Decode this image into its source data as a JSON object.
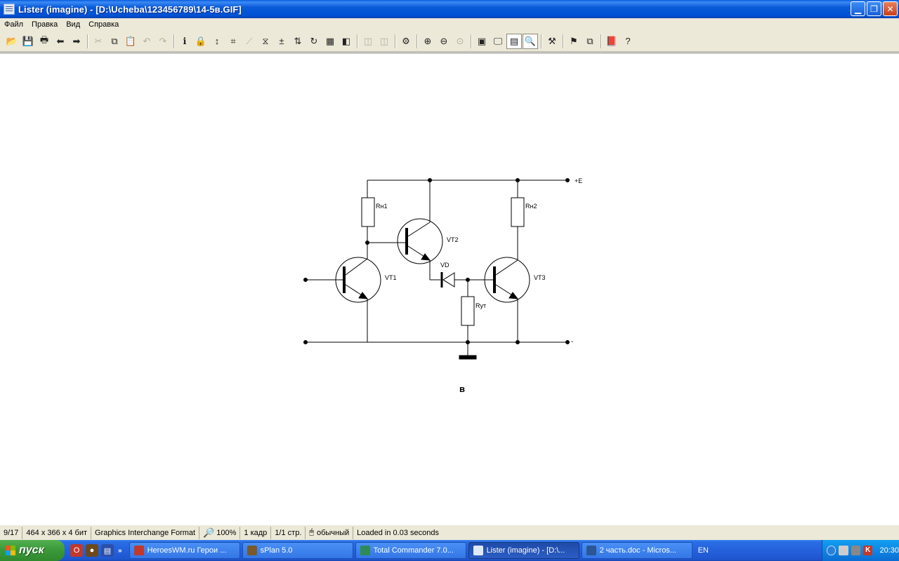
{
  "window": {
    "title": "Lister (imagine) - [D:\\Ucheba\\123456789\\14-5в.GIF]"
  },
  "menu": [
    "Файл",
    "Правка",
    "Вид",
    "Справка"
  ],
  "toolbar": {
    "buttons": [
      {
        "name": "open-icon",
        "glyph": "📂"
      },
      {
        "name": "save-icon",
        "glyph": "💾"
      },
      {
        "name": "print-icon",
        "glyph": "🖶"
      },
      {
        "name": "back-arrow-icon",
        "glyph": "⬅"
      },
      {
        "name": "forward-arrow-icon",
        "glyph": "➡"
      },
      {
        "sep": true
      },
      {
        "name": "cut-icon",
        "glyph": "✂",
        "disabled": true
      },
      {
        "name": "copy-icon",
        "glyph": "⧉"
      },
      {
        "name": "paste-icon",
        "glyph": "📋"
      },
      {
        "name": "undo-icon",
        "glyph": "↶",
        "disabled": true
      },
      {
        "name": "redo-icon",
        "glyph": "↷",
        "disabled": true
      },
      {
        "sep": true
      },
      {
        "name": "info-icon",
        "glyph": "ℹ"
      },
      {
        "name": "lock-icon",
        "glyph": "🔒",
        "disabled": true
      },
      {
        "name": "resize-vertical-icon",
        "glyph": "↕"
      },
      {
        "name": "crop-icon",
        "glyph": "⌗"
      },
      {
        "name": "diagonal-icon",
        "glyph": "⟋",
        "disabled": true
      },
      {
        "name": "flip-icon",
        "glyph": "⧖"
      },
      {
        "name": "levels-icon",
        "glyph": "±"
      },
      {
        "name": "swap-icon",
        "glyph": "⇅"
      },
      {
        "name": "refresh-icon",
        "glyph": "↻"
      },
      {
        "name": "palette-icon",
        "glyph": "▦"
      },
      {
        "name": "color-icon",
        "glyph": "◧"
      },
      {
        "sep": true
      },
      {
        "name": "prev-frame-icon",
        "glyph": "◫",
        "disabled": true
      },
      {
        "name": "next-frame-icon",
        "glyph": "◫",
        "disabled": true
      },
      {
        "sep": true
      },
      {
        "name": "slideshow-icon",
        "glyph": "⚙"
      },
      {
        "sep": true
      },
      {
        "name": "zoom-in-icon",
        "glyph": "⊕"
      },
      {
        "name": "zoom-out-icon",
        "glyph": "⊖"
      },
      {
        "name": "zoom-fit-icon",
        "glyph": "⊙",
        "disabled": true
      },
      {
        "sep": true
      },
      {
        "name": "fit-window-icon",
        "glyph": "▣"
      },
      {
        "name": "fullscreen-icon",
        "glyph": "🖵"
      },
      {
        "name": "actual-size-icon",
        "glyph": "▤",
        "active": true
      },
      {
        "name": "zoom-tool-icon",
        "glyph": "🔍",
        "active": true
      },
      {
        "sep": true
      },
      {
        "name": "tools-icon",
        "glyph": "⚒"
      },
      {
        "sep": true
      },
      {
        "name": "plugins-icon",
        "glyph": "⚑"
      },
      {
        "name": "pages-icon",
        "glyph": "⧉"
      },
      {
        "sep": true
      },
      {
        "name": "book-icon",
        "glyph": "📕"
      },
      {
        "name": "help-icon",
        "glyph": "?"
      }
    ]
  },
  "diagram": {
    "labels": {
      "plus_e": "+E",
      "minus": "-",
      "rn1": "Rн1",
      "rn2": "Rн2",
      "vt1": "VT1",
      "vt2": "VT2",
      "vt3": "VT3",
      "vd": "VD",
      "rut": "Rут",
      "caption": "в"
    }
  },
  "status": {
    "page": "9/17",
    "dimensions": "464 x 366 x 4 бит",
    "format": "Graphics Interchange Format",
    "zoom": "100%",
    "frames": "1 кадр",
    "pages": "1/1 стр.",
    "mode": "обычный",
    "loaded": "Loaded in 0.03 seconds"
  },
  "taskbar": {
    "start": "пуск",
    "tasks": [
      {
        "label": "HeroesWM.ru Герои ...",
        "color": "#c0392b"
      },
      {
        "label": "sPlan 5.0",
        "color": "#7a5a2a"
      },
      {
        "label": "Total Commander 7.0...",
        "color": "#2e8b57"
      },
      {
        "label": "Lister (imagine) - [D:\\...",
        "color": "#dfe8f5",
        "active": true
      },
      {
        "label": "2 часть.doc - Micros...",
        "color": "#2b5797"
      }
    ],
    "lang": "EN",
    "clock": "20:30"
  }
}
